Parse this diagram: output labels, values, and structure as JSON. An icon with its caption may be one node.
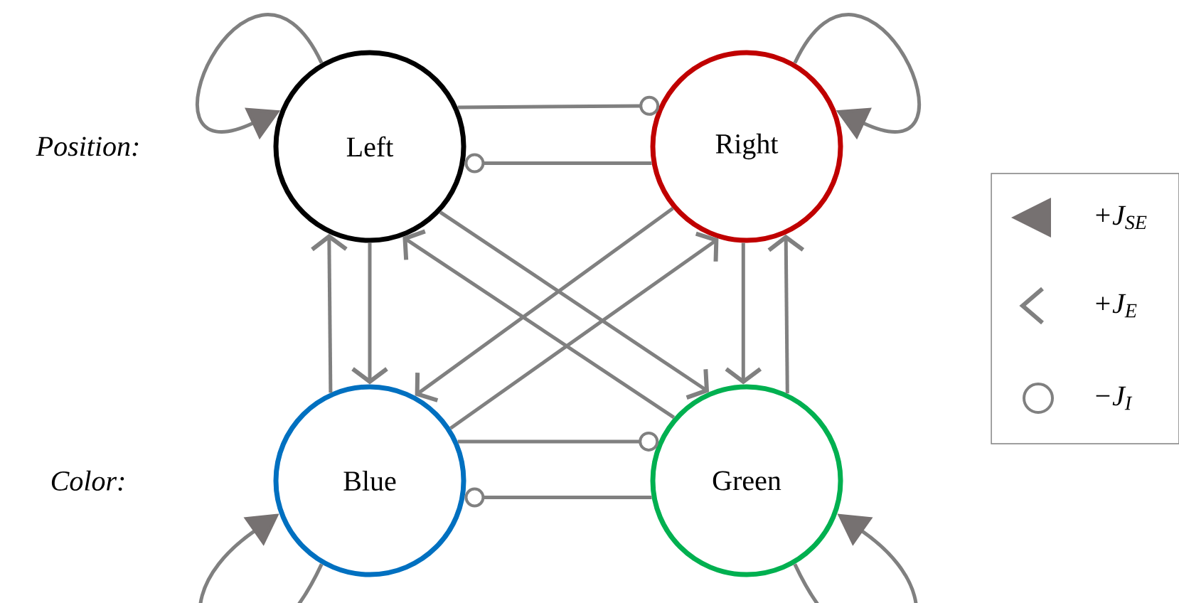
{
  "diagram": {
    "nodes": [
      {
        "text": [
          "Left"
        ]
      },
      {
        "text": [
          "Right"
        ]
      },
      {
        "text": [
          "Blue"
        ]
      },
      {
        "text": [
          "Green"
        ]
      }
    ],
    "edges": [
      {
        "from": 0,
        "to": 0,
        "arrow": "to"
      },
      {
        "from": 1,
        "to": 1,
        "arrow": "to"
      },
      {
        "from": 2,
        "to": 2,
        "arrow": "to"
      },
      {
        "from": 3,
        "to": 3,
        "arrow": "to"
      },
      {
        "from": 0,
        "to": 1,
        "arrow": "other"
      },
      {
        "from": 1,
        "to": 0,
        "arrow": "other"
      },
      {
        "from": 0,
        "to": 2,
        "arrow": "to"
      },
      {
        "from": 2,
        "to": 0,
        "arrow": "to"
      },
      {
        "from": 1,
        "to": 3,
        "arrow": "to"
      },
      {
        "from": 3,
        "to": 1,
        "arrow": "to"
      },
      {
        "from": 0,
        "to": 3,
        "arrow": "to"
      },
      {
        "from": 3,
        "to": 0,
        "arrow": "to"
      },
      {
        "from": 1,
        "to": 2,
        "arrow": "to"
      },
      {
        "from": 2,
        "to": 1,
        "arrow": "to"
      },
      {
        "from": 2,
        "to": 3,
        "arrow": "other"
      },
      {
        "from": 3,
        "to": 2,
        "arrow": "other"
      }
    ],
    "labels": [
      "Position:",
      "Color:"
    ],
    "legend": [
      {
        "text": "+J$_{SE}$"
      },
      {
        "text": "+J$_{E}$"
      },
      {
        "text": "−J$_{I}$"
      }
    ]
  }
}
